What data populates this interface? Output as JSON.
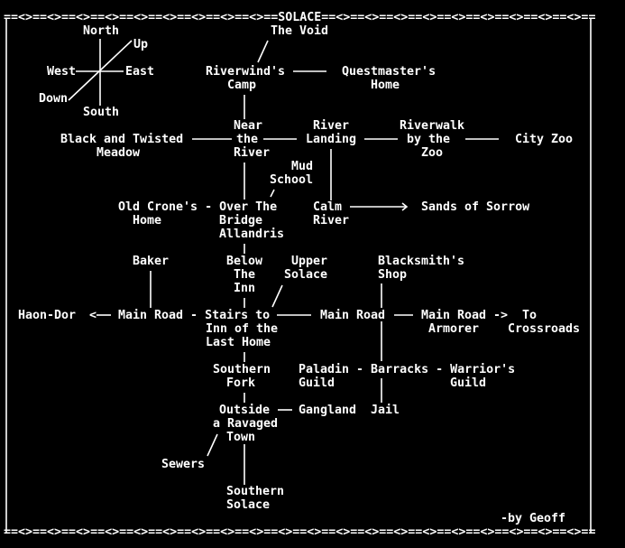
{
  "map": {
    "title": "SOLACE",
    "border_top": "==<>==<>==<>==<>==<>==<>==<>==<>==<>==SOLACE==<>==<>==<>==<>==<>==<>==<>==<>==<>==",
    "border_bottom": "==<>==<>==<>==<>==<>==<>==<>==<>==<>==<>==<>==<>==<>==<>==<>==<>==<>==<>==<>==<>==",
    "author": "-by Geoff",
    "compass": {
      "north": "North",
      "south": "South",
      "east": "East",
      "west": "West",
      "up": "Up",
      "down": "Down"
    },
    "rooms": {
      "the_void": "The Void",
      "riverwind_1": "Riverwind's",
      "riverwind_2": "Camp",
      "questmaster_1": "Questmaster's",
      "questmaster_2": "Home",
      "near_1": "Near",
      "near_2": "the",
      "near_3": "River",
      "river_landing_1": "River",
      "river_landing_2": "Landing",
      "riverwalk_1": "Riverwalk",
      "riverwalk_2": "by the",
      "riverwalk_3": "Zoo",
      "city_zoo": "City Zoo",
      "meadow_1": "Black and Twisted",
      "meadow_2": "Meadow",
      "mud_school_1": "Mud",
      "mud_school_2": "School",
      "crone_bridge": "Old Crone's - Over The",
      "crone_2": "Home",
      "bridge_2": "Bridge",
      "bridge_3": "Allandris",
      "calm_1": "Calm",
      "calm_2": "River",
      "sands": "Sands of Sorrow",
      "baker": "Baker",
      "below_1": "Below",
      "below_2": "The",
      "below_3": "Inn",
      "upper_1": "Upper",
      "upper_2": "Solace",
      "blacksmith_1": "Blacksmith's",
      "blacksmith_2": "Shop",
      "haon_dor": "Haon-Dor",
      "arrow_left": "<",
      "main_stairs": "Main Road - Stairs to",
      "main_road_2": "Main Road",
      "main_road_3": "Main Road ->",
      "armorer": "Armorer",
      "to": "To",
      "crossroads": "Crossroads",
      "inn_2": "Inn of the",
      "inn_3": "Last Home",
      "southern_fork_1": "Southern",
      "southern_fork_2": "Fork",
      "paladin_row": "Paladin - Barracks - Warrior's",
      "paladin_2": "Guild",
      "warrior_2": "Guild",
      "outside_1": "Outside",
      "outside_2": "a Ravaged",
      "outside_3": "Town",
      "gangland": "Gangland",
      "jail": "Jail",
      "sewers": "Sewers",
      "southern_solace_1": "Southern",
      "southern_solace_2": "Solace"
    }
  }
}
